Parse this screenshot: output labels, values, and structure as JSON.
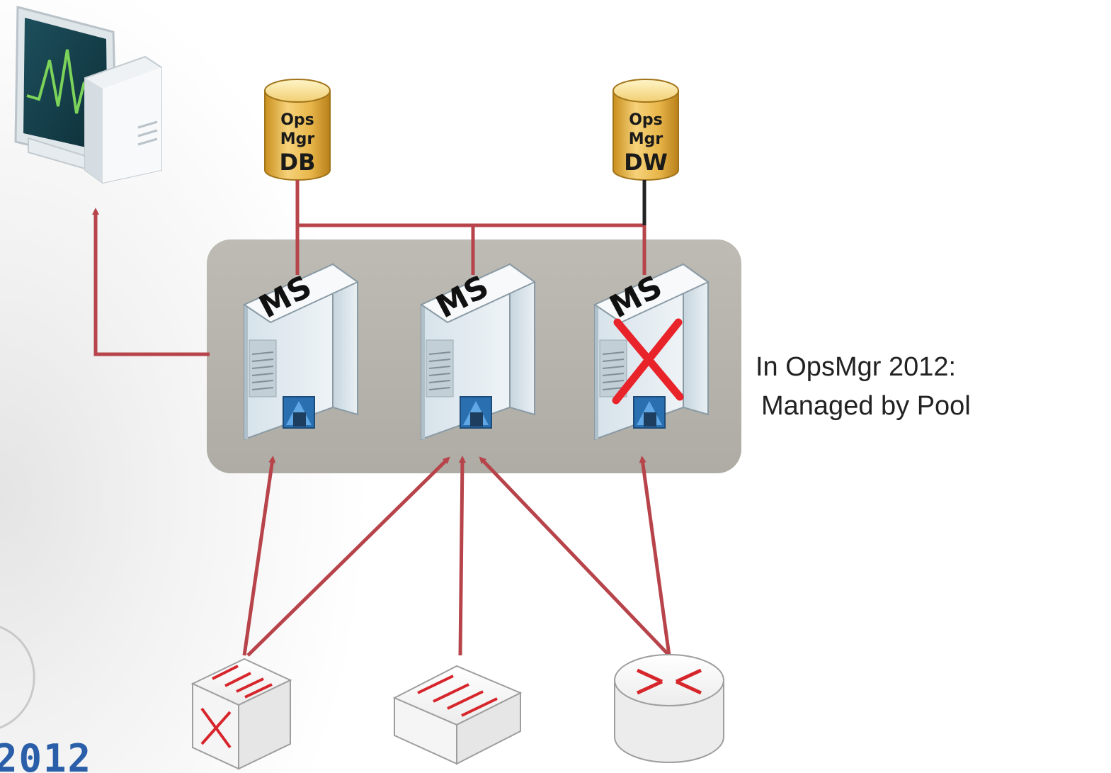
{
  "databases": {
    "opsdb": {
      "line1": "Ops",
      "line2": "Mgr",
      "line3": "DB"
    },
    "opsdw": {
      "line1": "Ops",
      "line2": "Mgr",
      "line3": "DW"
    }
  },
  "management_servers": [
    {
      "label": "MS",
      "status": "online"
    },
    {
      "label": "MS",
      "status": "online"
    },
    {
      "label": "MS",
      "status": "failed"
    }
  ],
  "caption": {
    "line1": "In OpsMgr 2012:",
    "line2": "Managed by Pool"
  },
  "logo_text": "2012",
  "colors": {
    "connector": "#b7444a",
    "pool_background": "#b4b2aa",
    "db_gold": "#e8b64a",
    "failure_x": "#e8242a"
  },
  "devices": [
    "switch-l3",
    "switch",
    "router"
  ]
}
